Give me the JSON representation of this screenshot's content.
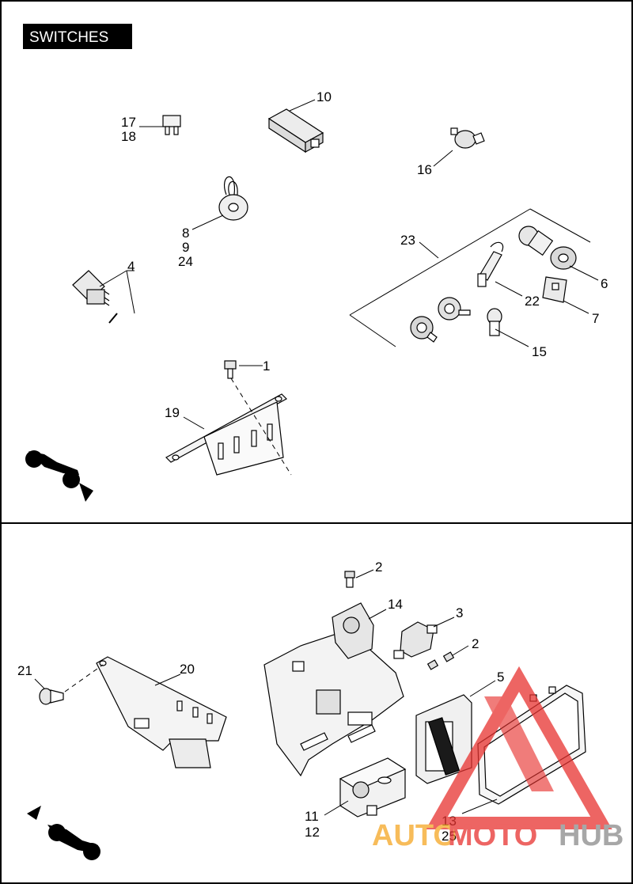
{
  "title": "SWITCHES",
  "callouts": {
    "c1": "1",
    "c2a": "2",
    "c2b": "2",
    "c3": "3",
    "c4": "4",
    "c5": "5",
    "c6": "6",
    "c7": "7",
    "c8": "8",
    "c9": "9",
    "c10": "10",
    "c11": "11",
    "c12": "12",
    "c13": "13",
    "c14": "14",
    "c15": "15",
    "c16": "16",
    "c17": "17",
    "c18": "18",
    "c19": "19",
    "c20": "20",
    "c21": "21",
    "c22": "22",
    "c23": "23",
    "c24": "24",
    "c25": "25"
  },
  "watermark": {
    "part1": "AUTO",
    "part2": "MOTO",
    "part3": "HUB",
    "color_red": "#e8322f",
    "color_orange": "#f5a623",
    "color_gray": "#8a8a8a"
  },
  "icons": [
    "motorcycle-forward-icon",
    "motorcycle-reverse-icon"
  ]
}
